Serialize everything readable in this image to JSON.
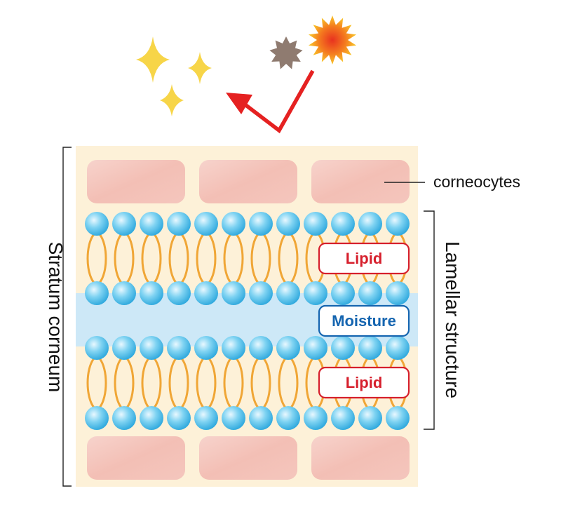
{
  "labels": {
    "corneocytes": "corneocytes",
    "stratum_corneum": "Stratum corneum",
    "lamellar_structure": "Lamellar structure",
    "lipid_top": "Lipid",
    "moisture": "Moisture",
    "lipid_bottom": "Lipid"
  },
  "icons": {
    "sparkles": "sparkle-icon",
    "pollutant": "pollutant-particle-icon",
    "uv": "sun-uv-icon",
    "reflection": "reflection-arrow-icon"
  },
  "colors": {
    "skin_background": "#fdf1d8",
    "corneocyte": "#f4c2b8",
    "lipid_head": "#5ec3ea",
    "lipid_tail": "#f0a636",
    "moisture_band": "#cde8f7",
    "lipid_label": "#d61f2c",
    "moisture_label": "#1565b0",
    "arrow": "#e52121",
    "sparkle": "#f7d548",
    "pollutant": "#8f7b70"
  },
  "structure": {
    "lipid_head_columns": 12
  }
}
